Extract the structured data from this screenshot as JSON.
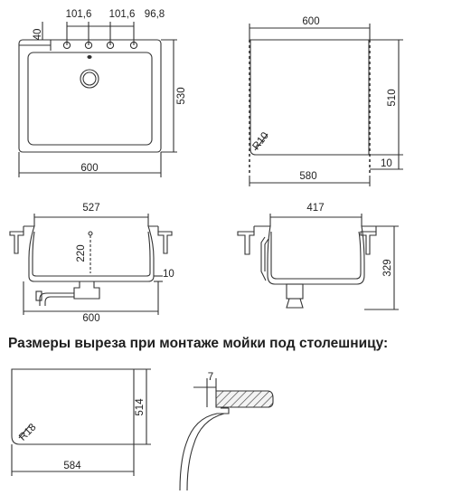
{
  "top_view": {
    "dims": {
      "offset_40": "40",
      "pitch_1": "101,6",
      "pitch_2": "101,6",
      "pitch_3": "96,8",
      "height": "530",
      "width": "600"
    }
  },
  "cutout_view": {
    "dims": {
      "width_top": "600",
      "height": "510",
      "radius": "R10",
      "width_bottom": "580",
      "rim": "10"
    }
  },
  "front_section": {
    "dims": {
      "bowl_width": "527",
      "drain_offset": "220",
      "rim": "10",
      "overall_width": "600"
    }
  },
  "side_section": {
    "dims": {
      "bowl_depth_width": "417",
      "height": "329"
    }
  },
  "undermount": {
    "heading": "Размеры выреза при монтаже мойки под столешницу:",
    "dims": {
      "radius": "R18",
      "height": "514",
      "width": "584",
      "overhang": "7"
    }
  }
}
